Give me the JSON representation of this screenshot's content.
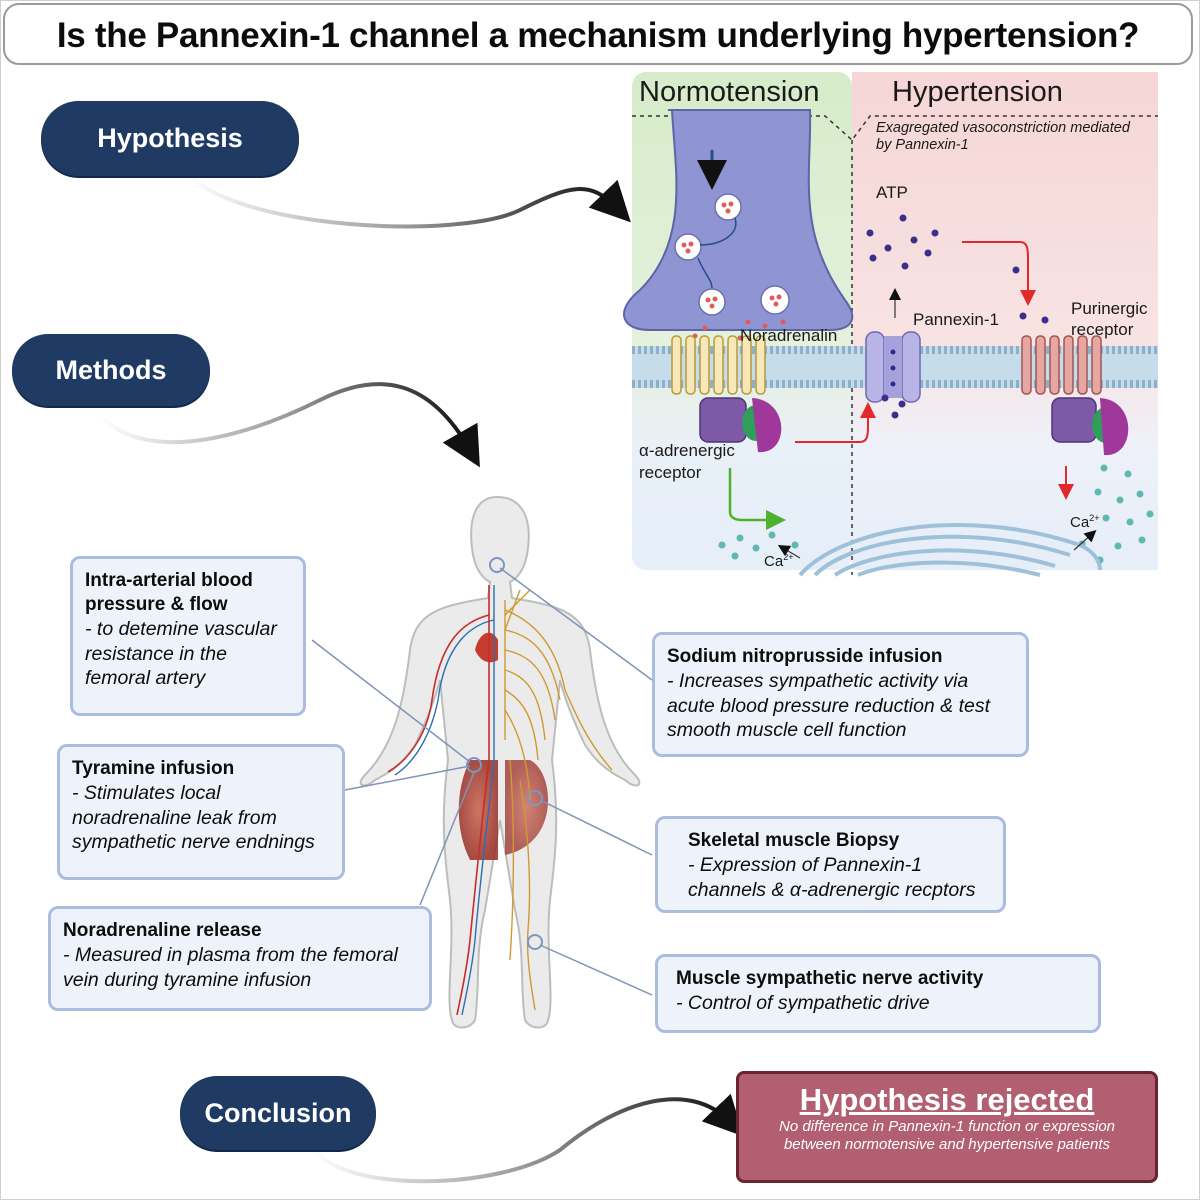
{
  "title": "Is the Pannexin-1 channel a mechanism underlying hypertension?",
  "sections": {
    "hypothesis": "Hypothesis",
    "methods": "Methods",
    "conclusion": "Conclusion"
  },
  "mechanism": {
    "normotension": "Normotension",
    "hypertension": "Hypertension",
    "note": "Exagregated vasoconstriction mediated by Pannexin-1",
    "noradrenalin": "Noradrenalin",
    "pannexin": "Pannexin-1",
    "atp": "ATP",
    "purinergic": "Purinergic receptor",
    "alpha": "α-adrenergic receptor",
    "ca_left": "Ca",
    "ca_right": "Ca",
    "ca_sup": "2+"
  },
  "methods": {
    "intra": {
      "title": "Intra-arterial blood pressure & flow",
      "desc": "- to detemine vascular resistance in the femoral artery"
    },
    "tyramine": {
      "title": "Tyramine infusion",
      "desc": "- Stimulates local noradrenaline leak from sympathetic nerve endnings"
    },
    "noradrenaline": {
      "title": "Noradrenaline release",
      "desc": "- Measured in plasma from the femoral vein during tyramine infusion"
    },
    "sodium": {
      "title": "Sodium nitroprusside infusion",
      "desc": "- Increases sympathetic activity via acute blood pressure reduction & test smooth muscle cell function"
    },
    "biopsy": {
      "title": "Skeletal muscle Biopsy",
      "desc": "- Expression of Pannexin-1 channels & α-adrenergic recptors"
    },
    "msna": {
      "title": "Muscle sympathetic nerve activity",
      "desc": "- Control of sympathetic drive"
    }
  },
  "conclusion": {
    "title": "Hypothesis rejected",
    "desc": "No difference in Pannexin-1 function or expression between normotensive and hypertensive patients"
  },
  "colors": {
    "navy": "#1f3a63",
    "normo_bg": "#dcefd3",
    "hyper_bg": "#f7dcdc",
    "conclusion": "#b25f71"
  }
}
